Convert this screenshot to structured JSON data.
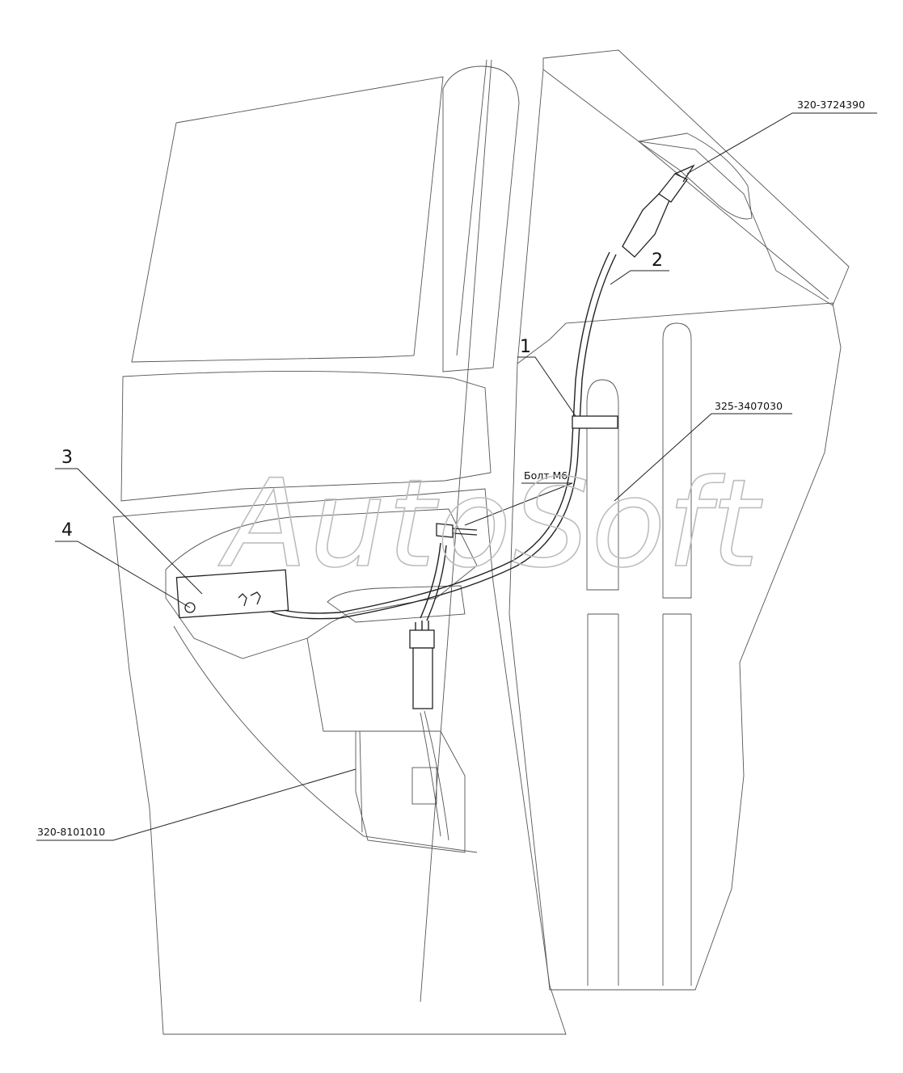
{
  "callouts": {
    "item_1": "1",
    "item_2": "2",
    "item_3": "3",
    "item_4": "4",
    "part_top_right": "320-3724390",
    "part_right": "325-3407030",
    "part_bottom_left": "320-8101010",
    "bolt": "Болт М6"
  },
  "watermark": "AutoSoft",
  "colors": {
    "line": "#222222",
    "outline": "#555555",
    "watermark": "#bdbdbd",
    "background": "#ffffff"
  }
}
